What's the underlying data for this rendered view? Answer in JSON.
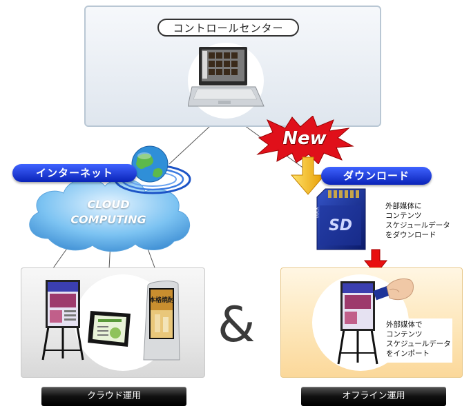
{
  "control_center": {
    "title": "コントロールセンター"
  },
  "internet": {
    "label": "インターネット"
  },
  "cloud": {
    "line1": "CLOUD",
    "line2": "COMPUTING"
  },
  "new_badge": {
    "text": "New"
  },
  "download": {
    "label": "ダウンロード"
  },
  "sd_note": {
    "lines": [
      "外部媒体に",
      "コンテンツ",
      "スケジュールデータ",
      "をダウンロード"
    ]
  },
  "import_note": {
    "lines": [
      "外部媒体で",
      "コンテンツ",
      "スケジュールデータ",
      "をインポート"
    ]
  },
  "sd_card": {
    "label": "SD",
    "lock": "LOCK"
  },
  "ampersand": "&",
  "cloud_operation": {
    "label": "クラウド運用"
  },
  "offline_operation": {
    "label": "オフライン運用"
  },
  "kiosk": {
    "sign_text": "本格焼酎"
  },
  "colors": {
    "pill_blue": "#1a3ad8",
    "new_red": "#e0101a",
    "arrow_yellow": "#f5b000",
    "arrow_red": "#e81010"
  }
}
